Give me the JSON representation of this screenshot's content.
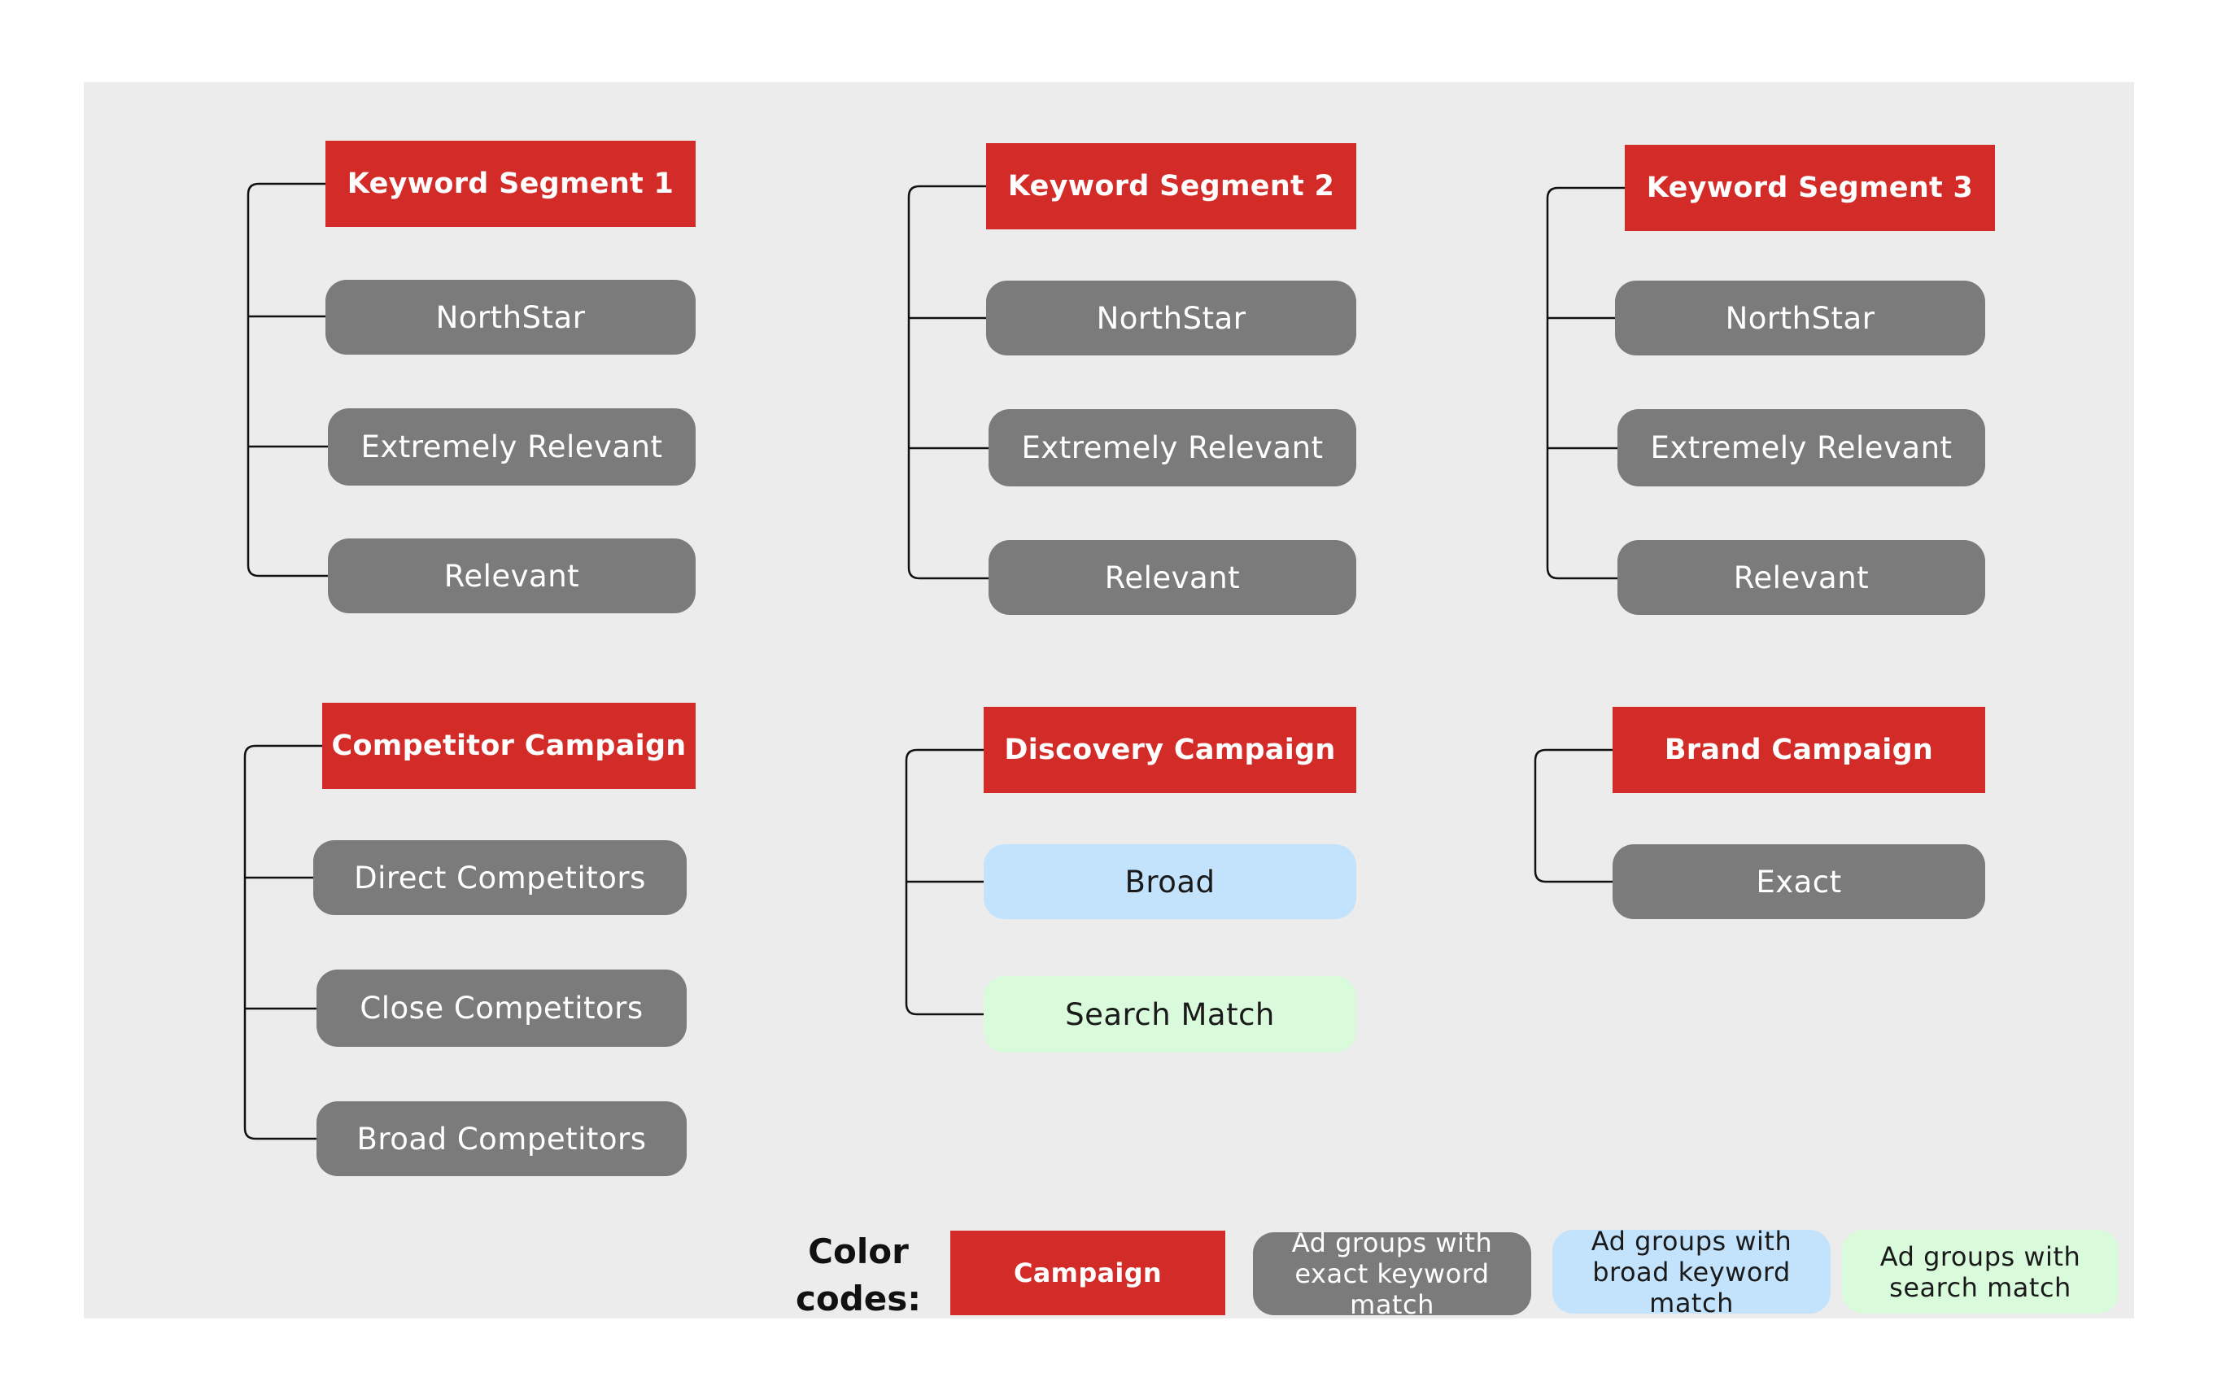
{
  "groups": [
    {
      "campaign": "Keyword Segment 1",
      "ad_groups": [
        "NorthStar",
        "Extremely Relevant",
        "Relevant"
      ]
    },
    {
      "campaign": "Keyword Segment 2",
      "ad_groups": [
        "NorthStar",
        "Extremely Relevant",
        "Relevant"
      ]
    },
    {
      "campaign": "Keyword Segment 3",
      "ad_groups": [
        "NorthStar",
        "Extremely Relevant",
        "Relevant"
      ]
    },
    {
      "campaign": "Competitor Campaign",
      "ad_groups": [
        "Direct Competitors",
        "Close Competitors",
        "Broad Competitors"
      ]
    },
    {
      "campaign": "Discovery Campaign",
      "ad_groups": [
        "Broad",
        "Search Match"
      ]
    },
    {
      "campaign": "Brand Campaign",
      "ad_groups": [
        "Exact"
      ]
    }
  ],
  "legend": {
    "title_line1": "Color",
    "title_line2": "codes:",
    "items": [
      "Campaign",
      "Ad groups with exact keyword match",
      "Ad groups with broad keyword match",
      "Ad groups with search match"
    ]
  },
  "colors": {
    "campaign": "#d32b28",
    "exact_match": "#7b7b7b",
    "broad_match": "#c3e3fd",
    "search_match": "#d9fbdc",
    "background": "#ececec"
  }
}
